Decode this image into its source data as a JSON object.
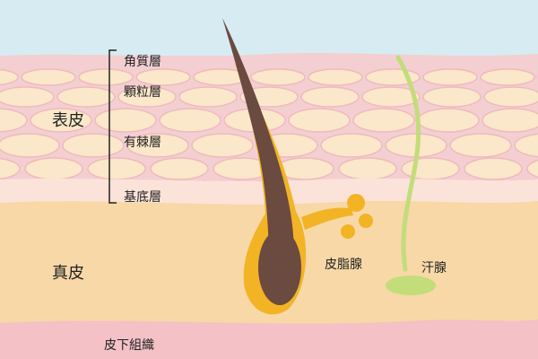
{
  "labels": {
    "epidermis": "表皮",
    "stratum_corneum": "角質層",
    "stratum_granulosum": "顆粒層",
    "stratum_spinosum": "有棘層",
    "stratum_basale": "基底層",
    "dermis": "真皮",
    "sebaceous_gland": "皮脂腺",
    "sweat_gland": "汗腺",
    "subcutaneous_tissue": "皮下組織"
  },
  "colors": {
    "sky": "#d6ecf2",
    "epidermis_top": "#f3cfd2",
    "epidermis_cell": "#fbe7c9",
    "epidermis_cell_outline": "#f0b9be",
    "basal_layer": "#fbe3d9",
    "dermis": "#f7d8a6",
    "subcutaneous": "#f3c1c6",
    "hair": "#6b4a40",
    "follicle": "#f2b325",
    "sweat_gland": "#c2dd7a",
    "text": "#222222"
  }
}
